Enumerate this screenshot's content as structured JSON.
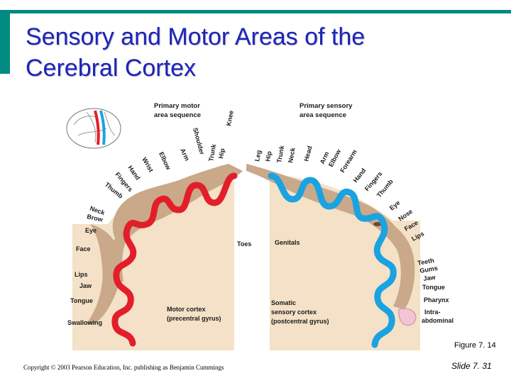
{
  "title": {
    "line1": "Sensory and Motor Areas of the",
    "line2": "Cerebral Cortex"
  },
  "diagram": {
    "motor_heading": [
      "Primary motor",
      "area sequence"
    ],
    "sensory_heading": [
      "Primary sensory",
      "area sequence"
    ],
    "motor_body_labels": [
      "Toes",
      "Knee",
      "Hip",
      "Trunk",
      "Shoulder",
      "Arm",
      "Elbow",
      "Wrist",
      "Hand",
      "Fingers",
      "Thumb",
      "Neck",
      "Brow",
      "Eye",
      "Face",
      "Lips",
      "Jaw",
      "Tongue",
      "Swallowing"
    ],
    "sensory_body_labels": [
      "Genitals",
      "Leg",
      "Hip",
      "Trunk",
      "Neck",
      "Head",
      "Arm",
      "Elbow",
      "Forearm",
      "Hand",
      "Fingers",
      "Thumb",
      "Eye",
      "Nose",
      "Face",
      "Lips",
      "Teeth",
      "Gums",
      "Jaw",
      "Tongue",
      "Pharynx",
      "Intra-",
      "abdominal"
    ],
    "motor_cortex_label": [
      "Motor cortex",
      "(precentral gyrus)"
    ],
    "sensory_cortex_label": [
      "Somatic",
      "sensory cortex",
      "(postcentral gyrus)"
    ],
    "colors": {
      "motor": "#e31e2b",
      "sensory": "#1aa3e0",
      "tissue": "#f4e1c7",
      "homunculus": "#c9a98a",
      "background": "#ffffff"
    }
  },
  "footer": {
    "figure_caption": "Figure 7. 14",
    "copyright": "Copyright © 2003 Pearson Education, Inc. publishing as Benjamin Cummings",
    "slide_number": "Slide 7. 31"
  }
}
